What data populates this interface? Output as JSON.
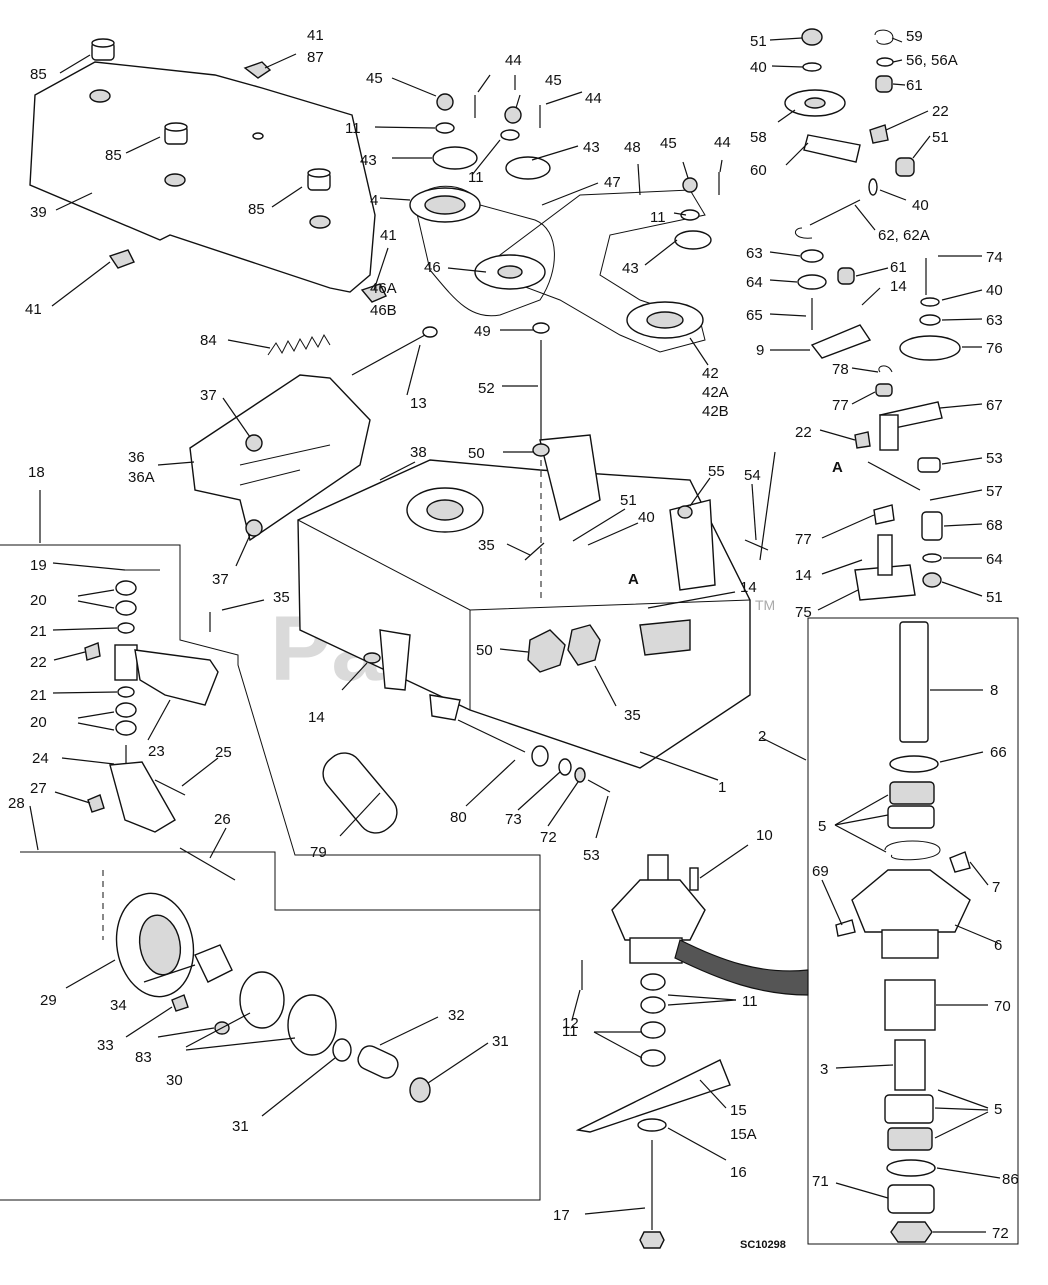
{
  "labels": {
    "l1": "1",
    "l2": "2",
    "l3": "3",
    "l4": "4",
    "l5a": "5",
    "l5b": "5",
    "l6": "6",
    "l7": "7",
    "l8": "8",
    "l9": "9",
    "l10": "10",
    "l11a": "11",
    "l11b": "11",
    "l11c": "11",
    "l11d": "11",
    "l11e": "11",
    "l12": "12",
    "l13": "13",
    "l14a": "14",
    "l14b": "14",
    "l14c": "14",
    "l14d": "14",
    "l15": "15",
    "l15a": "15A",
    "l16": "16",
    "l17": "17",
    "l18": "18",
    "l19": "19",
    "l20a": "20",
    "l20b": "20",
    "l21a": "21",
    "l21b": "21",
    "l22a": "22",
    "l22b": "22",
    "l22c": "22",
    "l23": "23",
    "l24": "24",
    "l25": "25",
    "l26": "26",
    "l27": "27",
    "l28": "28",
    "l29": "29",
    "l30": "30",
    "l31a": "31",
    "l31b": "31",
    "l32": "32",
    "l33": "33",
    "l34": "34",
    "l35a": "35",
    "l35b": "35",
    "l35c": "35",
    "l36": "36",
    "l36a": "36A",
    "l37a": "37",
    "l37b": "37",
    "l38": "38",
    "l39": "39",
    "l40a": "40",
    "l40b": "40",
    "l40c": "40",
    "l40d": "40",
    "l41a": "41",
    "l41b": "41",
    "l41c": "41",
    "l87": "87",
    "l46a": "46A",
    "l46b": "46B",
    "l42": "42",
    "l42a": "42A",
    "l42b": "42B",
    "l43a": "43",
    "l43b": "43",
    "l43c": "43",
    "l44a": "44",
    "l44b": "44",
    "l44c": "44",
    "l45a": "45",
    "l45b": "45",
    "l45c": "45",
    "l46": "46",
    "l47": "47",
    "l48": "48",
    "l49": "49",
    "l50a": "50",
    "l50b": "50",
    "l51a": "51",
    "l51b": "51",
    "l51c": "51",
    "l51d": "51",
    "l52": "52",
    "l53a": "53",
    "l53b": "53",
    "l54": "54",
    "l55": "55",
    "l56": "56, 56A",
    "l57": "57",
    "l58": "58",
    "l59": "59",
    "l60": "60",
    "l61a": "61",
    "l61b": "61",
    "l62": "62, 62A",
    "l63a": "63",
    "l63b": "63",
    "l64a": "64",
    "l64b": "64",
    "l65": "65",
    "l66": "66",
    "l67": "67",
    "l68": "68",
    "l69": "69",
    "l70": "70",
    "l71": "71",
    "l72a": "72",
    "l72b": "72",
    "l73": "73",
    "l74": "74",
    "l75": "75",
    "l76": "76",
    "l77a": "77",
    "l77b": "77",
    "l78": "78",
    "l79": "79",
    "l80": "80",
    "l83": "83",
    "l84": "84",
    "l85a": "85",
    "l85b": "85",
    "l85c": "85",
    "l86": "86",
    "refA1": "A",
    "refA2": "A"
  },
  "watermark": {
    "text": "PartsTree",
    "tm": "TM"
  },
  "code": "SC10298"
}
